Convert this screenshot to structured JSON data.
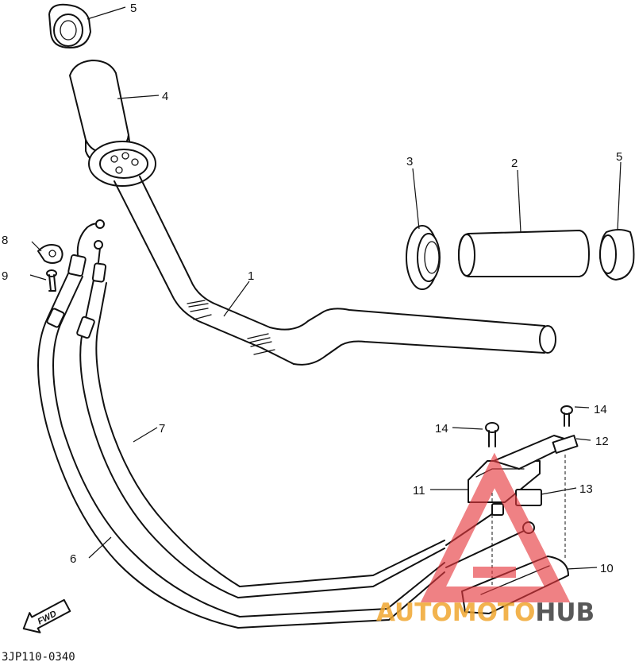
{
  "diagram": {
    "code": "3JP110-0340",
    "fwd_label": "FWD",
    "callouts": {
      "c1": "1",
      "c2": "2",
      "c3": "3",
      "c4": "4",
      "c5a": "5",
      "c5b": "5",
      "c6": "6",
      "c7": "7",
      "c8": "8",
      "c9": "9",
      "c10": "10",
      "c11": "11",
      "c12": "12",
      "c13": "13",
      "c14a": "14",
      "c14b": "14"
    }
  },
  "watermark": {
    "part1": "AUTO",
    "part2": "MOTO",
    "part3": "HUB",
    "color_orange": "#f0a630",
    "color_red": "#e6393f",
    "color_dark": "#3b3b3b"
  }
}
